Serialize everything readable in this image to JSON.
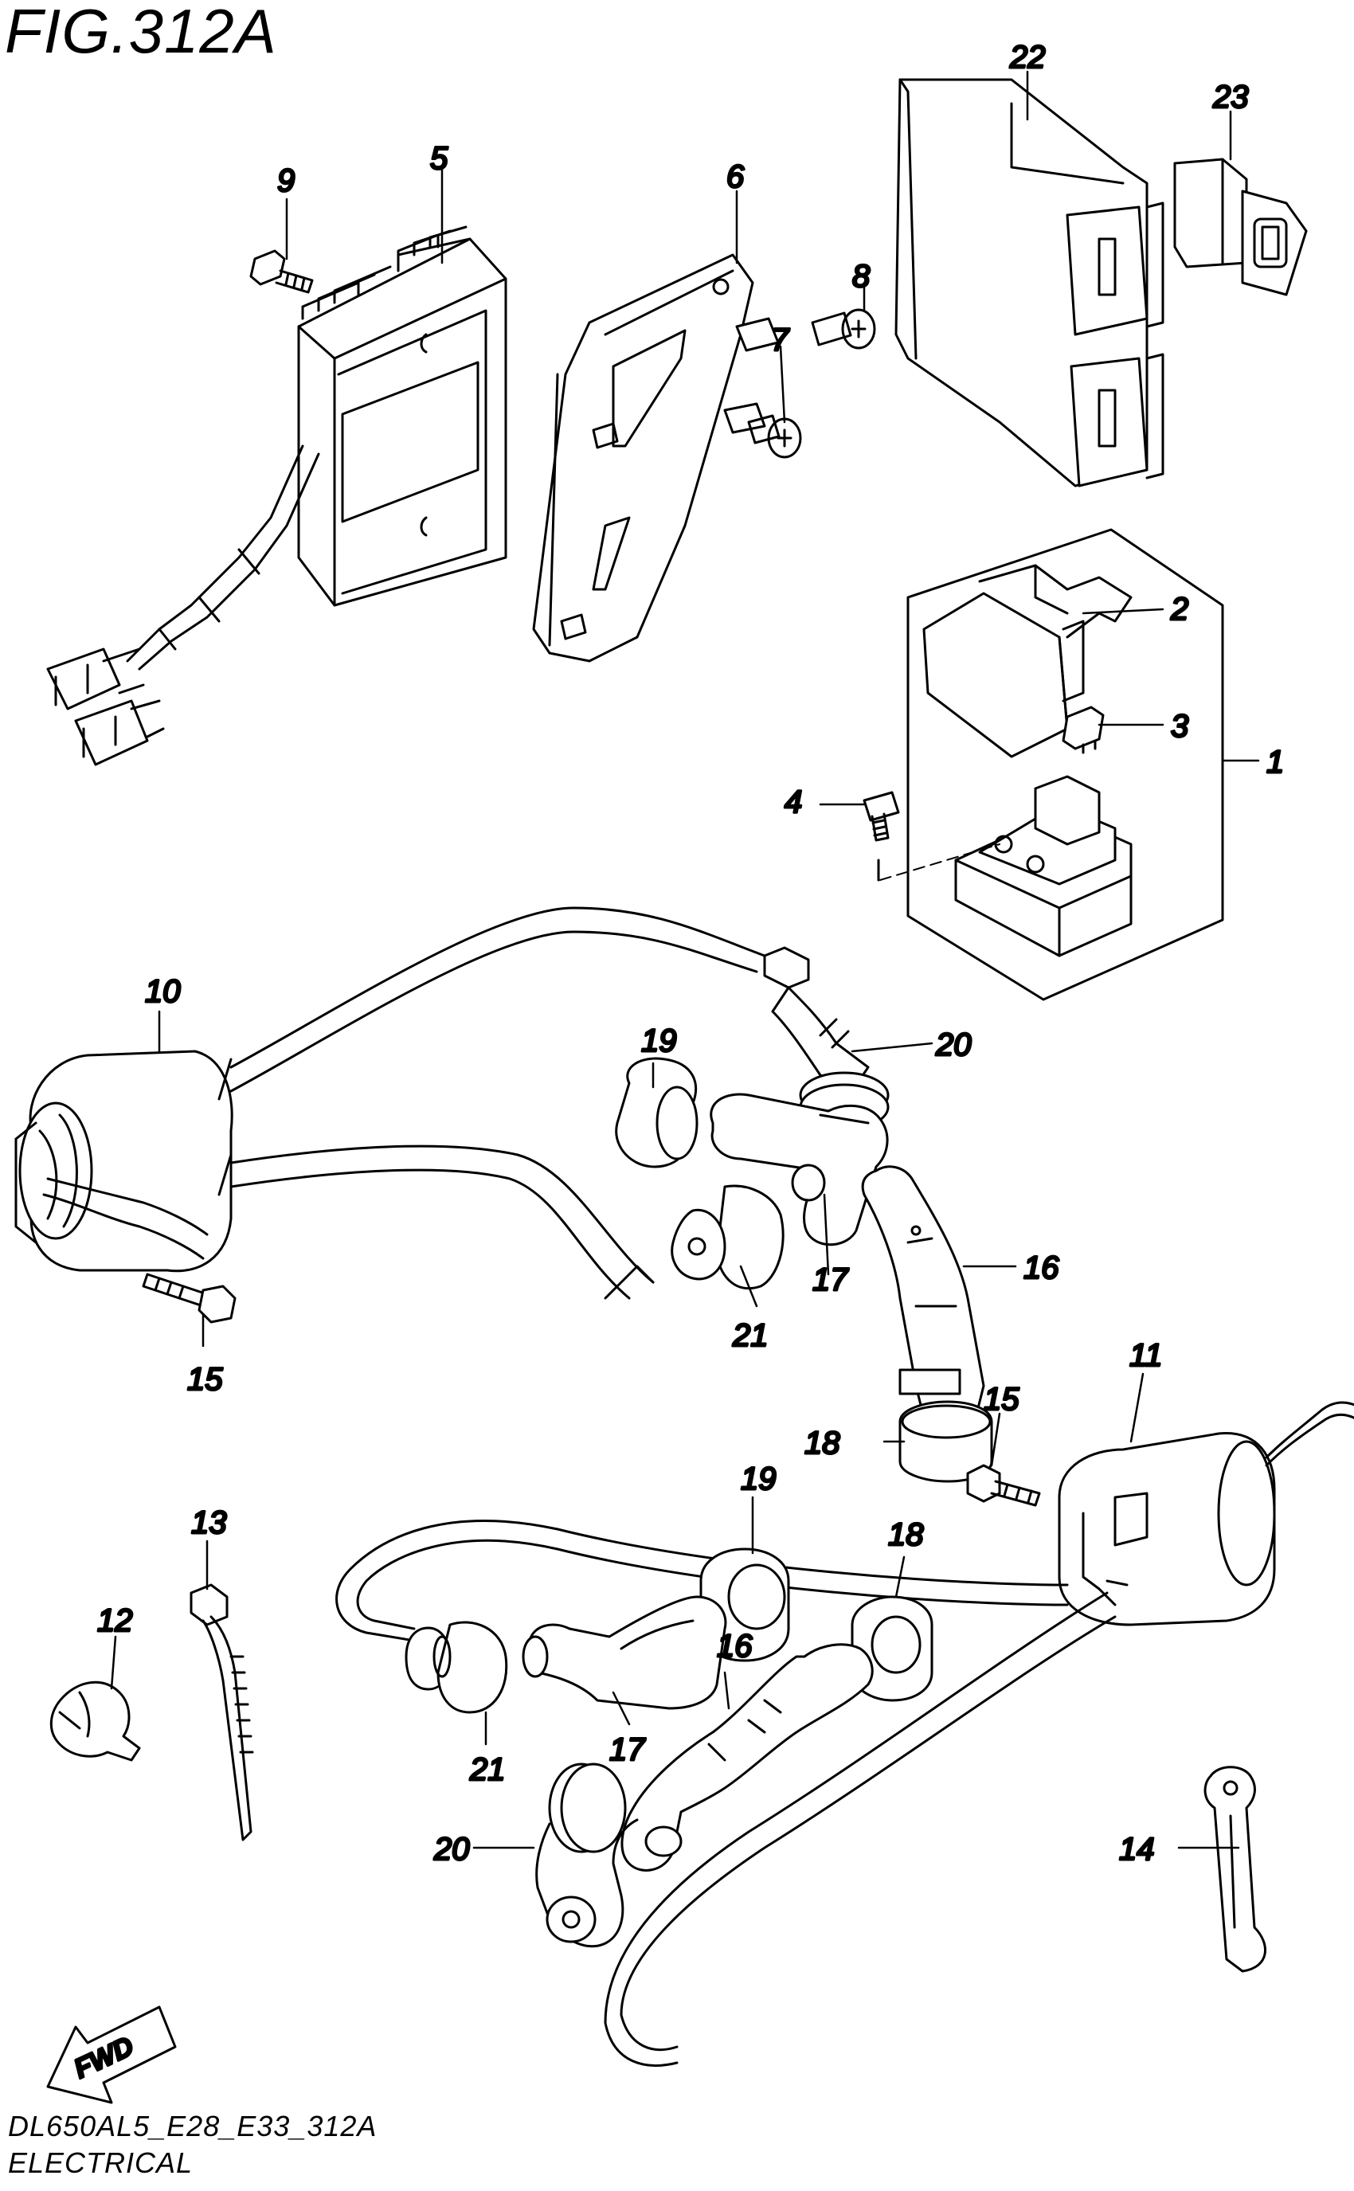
{
  "figure": {
    "title": "FIG.312A",
    "code": "DL650AL5_E28_E33_312A",
    "name": "ELECTRICAL",
    "direction_label": "FWD"
  },
  "callouts": [
    "1",
    "2",
    "3",
    "4",
    "5",
    "6",
    "7",
    "8",
    "9",
    "10",
    "11",
    "12",
    "13",
    "14",
    "15",
    "15",
    "16",
    "16",
    "17",
    "17",
    "18",
    "18",
    "19",
    "19",
    "20",
    "20",
    "21",
    "21",
    "22",
    "23"
  ],
  "parts": [
    {
      "ref": "1",
      "icon": "starter-relay-assembly-icon"
    },
    {
      "ref": "2",
      "icon": "relay-cover-icon"
    },
    {
      "ref": "3",
      "icon": "fuse-icon"
    },
    {
      "ref": "4",
      "icon": "screw-icon"
    },
    {
      "ref": "5",
      "icon": "regulator-rectifier-icon"
    },
    {
      "ref": "6",
      "icon": "bracket-icon"
    },
    {
      "ref": "7",
      "icon": "bolt-icon"
    },
    {
      "ref": "8",
      "icon": "bolt-icon"
    },
    {
      "ref": "9",
      "icon": "bolt-icon"
    },
    {
      "ref": "10",
      "icon": "ignition-coil-icon"
    },
    {
      "ref": "11",
      "icon": "ignition-coil-icon"
    },
    {
      "ref": "12",
      "icon": "clamp-icon"
    },
    {
      "ref": "13",
      "icon": "cable-tie-icon"
    },
    {
      "ref": "14",
      "icon": "clamp-strap-icon"
    },
    {
      "ref": "15",
      "icon": "bolt-icon"
    },
    {
      "ref": "16",
      "icon": "plug-cap-icon"
    },
    {
      "ref": "17",
      "icon": "plug-cap-icon"
    },
    {
      "ref": "18",
      "icon": "seal-ring-icon"
    },
    {
      "ref": "19",
      "icon": "seal-ring-icon"
    },
    {
      "ref": "20",
      "icon": "plug-cap-icon"
    },
    {
      "ref": "21",
      "icon": "grommet-icon"
    },
    {
      "ref": "22",
      "icon": "ecm-icon"
    },
    {
      "ref": "23",
      "icon": "connector-icon"
    }
  ]
}
